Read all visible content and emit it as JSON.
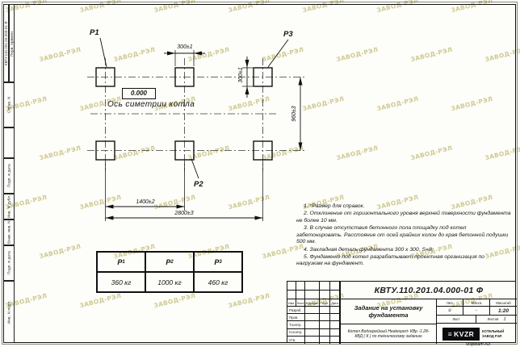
{
  "watermark": {
    "text": "ЗАВОД-РЭЛ"
  },
  "margin_stamp": {
    "doc_number_rotated": "КВТУ.110.201.04.000-01  Ф",
    "fields": [
      "Перв. примен.",
      "Справ. N",
      "Подп. и дата",
      "Инв. N дубл.",
      "Взам. инв. N",
      "Подп. и дата",
      "Инв. N подл."
    ]
  },
  "drawing": {
    "point_labels": {
      "p1": "Р1",
      "p2": "Р2",
      "p3": "Р3"
    },
    "elevation_mark": "0.000",
    "symmetry_axis_label": "Ось симетрии котла",
    "dimensions": {
      "pad_width": "300±1",
      "pad_height": "300±1",
      "row_spacing": "960±3",
      "half_span": "1400±2",
      "full_span": "2800±3"
    }
  },
  "notes": {
    "lines": [
      "1. *Размер для справок.",
      "2. Отклонение от горизонтального уровня верхней поверхности фундамента не более 10 мм.",
      "3. В случае отсутствия бетонного пола площадку под котел забетонировать. Расстояние от осей крайних колон до края бетонной подушки 500 мм.",
      "4. Закладная деталь фундамента  300 х 300, S=8;",
      "5. Фундамент под котел разрабатывает проектная организация по нагрузкам на фундамент."
    ]
  },
  "load_table": {
    "headers": [
      {
        "sym": "Р",
        "sub": "1"
      },
      {
        "sym": "Р",
        "sub": "2"
      },
      {
        "sym": "Р",
        "sub": "3"
      }
    ],
    "values": [
      "360 кг",
      "1000 кг",
      "460 кг"
    ]
  },
  "title_block": {
    "doc_number": "КВТУ.110.201.04.000-01 Ф",
    "title": "Задание на установку фундамента",
    "product": "Котел Водогрейный Heatexpert- КВр -1.28- КВД ( К ) по техническому заданию",
    "header_cells": [
      "Изм.",
      "Лист",
      "N докум.",
      "Подп.",
      "Дата"
    ],
    "roles": [
      "Разраб.",
      "Пров.",
      "Т.контр.",
      "Н.контр.",
      "Утв."
    ],
    "lit_label": "Лит.",
    "mass_label": "Масса",
    "scale_label": "Масштаб",
    "lit_value": "и",
    "mass_value": "-",
    "scale_value": "1:20",
    "sheet_label": "Лист",
    "sheets_label": "Листов",
    "sheets_value": "1",
    "logo_text": "KVZR",
    "logo_caption_line1": "КОТЕЛЬНЫЙ",
    "logo_caption_line2": "ЗАВОД РЭЛ",
    "format_note": "Формат А3"
  }
}
